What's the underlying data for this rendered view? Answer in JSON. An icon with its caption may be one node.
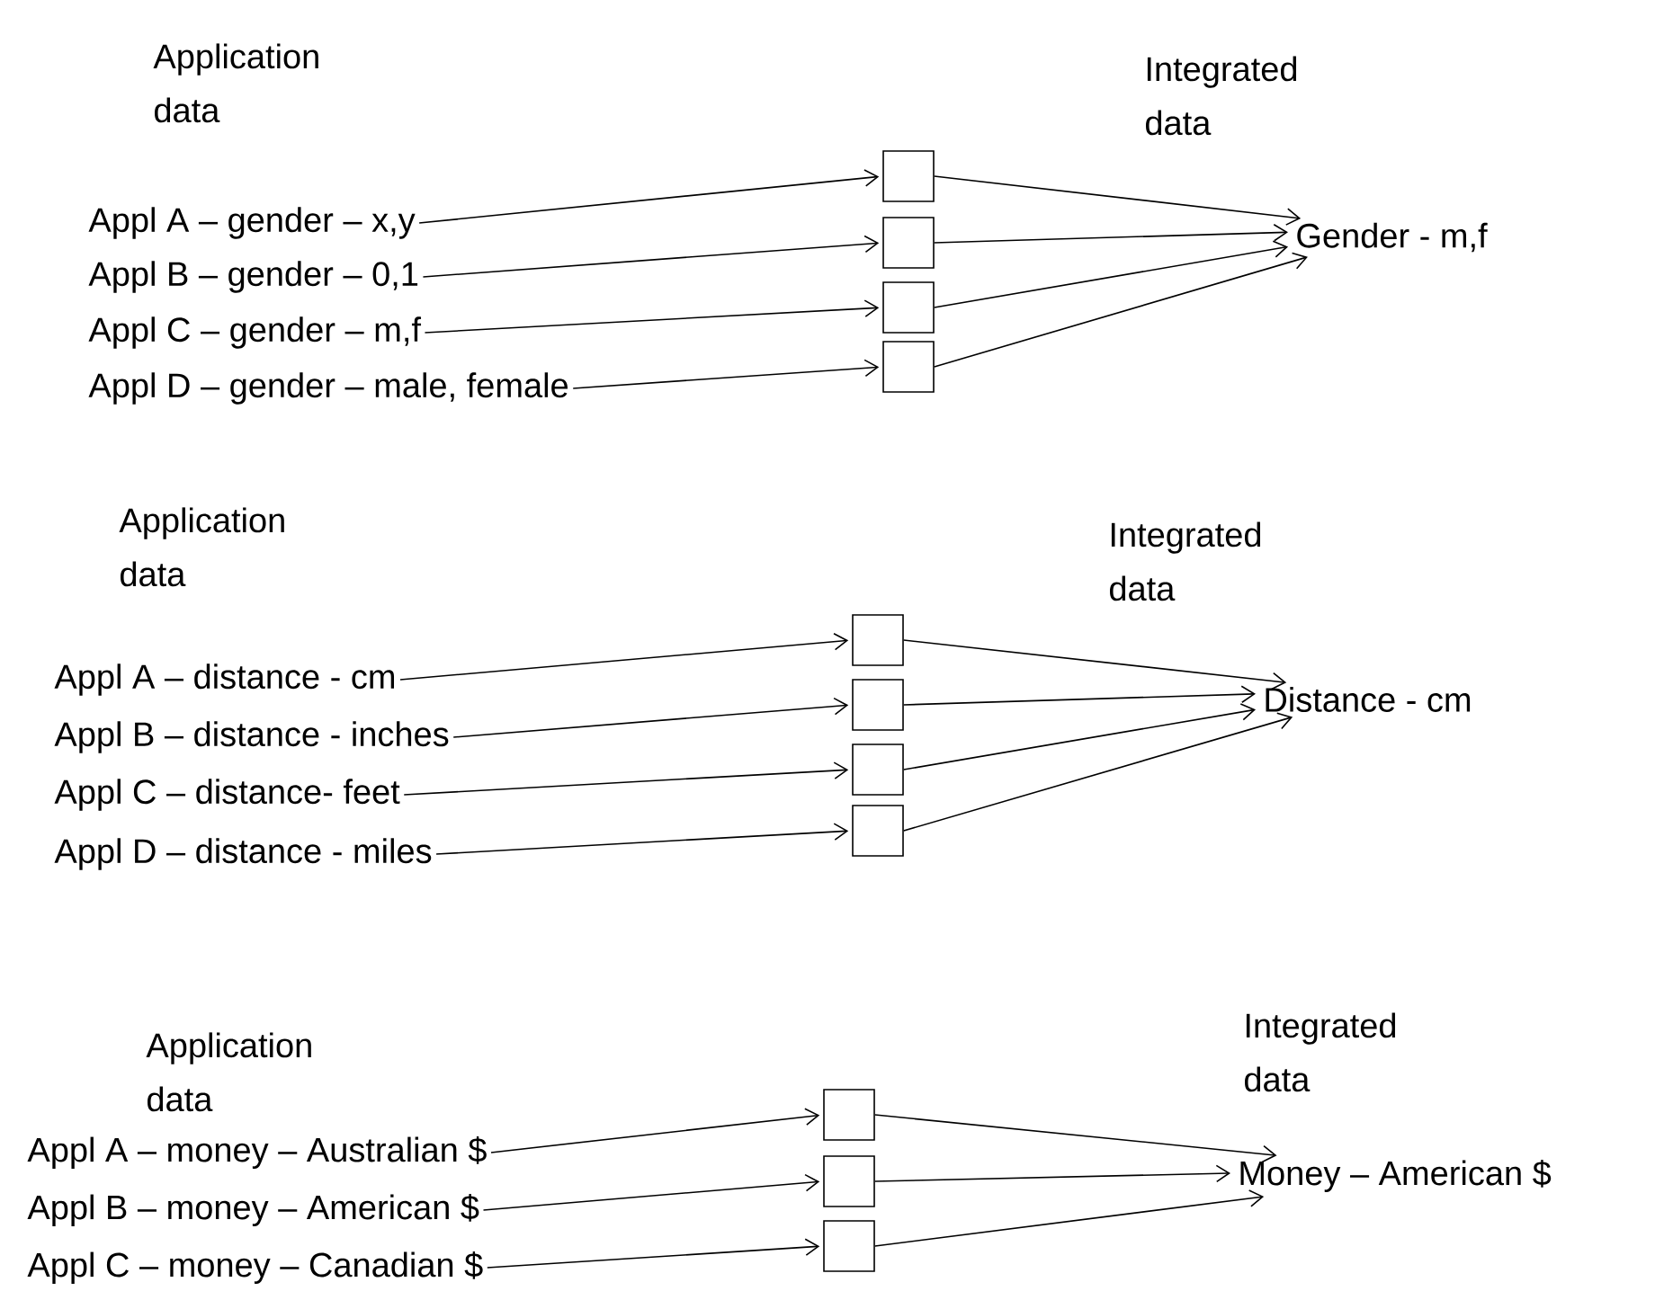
{
  "diagram": {
    "nodes": [
      {
        "text": [
          "Appl A – gender – x,y"
        ]
      },
      {
        "text": [
          "Appl B – gender – 0,1"
        ]
      },
      {
        "text": [
          "Appl C – gender – m,f"
        ]
      },
      {
        "text": [
          "Appl D – gender – male, female"
        ]
      },
      {
        "text": [],
        "shape": "box"
      },
      {
        "text": [],
        "shape": "box"
      },
      {
        "text": [],
        "shape": "box"
      },
      {
        "text": [],
        "shape": "box"
      },
      {
        "text": [
          "Gender - m,f"
        ]
      },
      {
        "text": [
          "Appl A – distance - cm"
        ]
      },
      {
        "text": [
          "Appl B – distance - inches"
        ]
      },
      {
        "text": [
          "Appl C – distance- feet"
        ]
      },
      {
        "text": [
          "Appl D – distance - miles"
        ]
      },
      {
        "text": [],
        "shape": "box"
      },
      {
        "text": [],
        "shape": "box"
      },
      {
        "text": [],
        "shape": "box"
      },
      {
        "text": [],
        "shape": "box"
      },
      {
        "text": [
          "Distance - cm"
        ]
      },
      {
        "text": [
          "Appl A – money – Australian $"
        ]
      },
      {
        "text": [
          "Appl B – money – American $"
        ]
      },
      {
        "text": [
          "Appl C – money – Canadian $"
        ]
      },
      {
        "text": [],
        "shape": "box"
      },
      {
        "text": [],
        "shape": "box"
      },
      {
        "text": [],
        "shape": "box"
      },
      {
        "text": [
          "Money – American $"
        ]
      }
    ],
    "edges": [
      {
        "from": 0,
        "to": 4,
        "arrow": "to"
      },
      {
        "from": 1,
        "to": 5,
        "arrow": "to"
      },
      {
        "from": 2,
        "to": 6,
        "arrow": "to"
      },
      {
        "from": 3,
        "to": 7,
        "arrow": "to"
      },
      {
        "from": 4,
        "to": 8,
        "arrow": "to"
      },
      {
        "from": 5,
        "to": 8,
        "arrow": "to"
      },
      {
        "from": 6,
        "to": 8,
        "arrow": "to"
      },
      {
        "from": 7,
        "to": 8,
        "arrow": "to"
      },
      {
        "from": 9,
        "to": 13,
        "arrow": "to"
      },
      {
        "from": 10,
        "to": 14,
        "arrow": "to"
      },
      {
        "from": 11,
        "to": 15,
        "arrow": "to"
      },
      {
        "from": 12,
        "to": 16,
        "arrow": "to"
      },
      {
        "from": 13,
        "to": 17,
        "arrow": "to"
      },
      {
        "from": 14,
        "to": 17,
        "arrow": "to"
      },
      {
        "from": 15,
        "to": 17,
        "arrow": "to"
      },
      {
        "from": 16,
        "to": 17,
        "arrow": "to"
      },
      {
        "from": 18,
        "to": 21,
        "arrow": "to"
      },
      {
        "from": 19,
        "to": 22,
        "arrow": "to"
      },
      {
        "from": 20,
        "to": 23,
        "arrow": "to"
      },
      {
        "from": 21,
        "to": 24,
        "arrow": "to"
      },
      {
        "from": 22,
        "to": 24,
        "arrow": "to"
      },
      {
        "from": 23,
        "to": 24,
        "arrow": "to"
      }
    ],
    "labels": [
      "Application data",
      "Integrated data",
      "Application data",
      "Integrated data",
      "Application data",
      "Integrated data"
    ]
  }
}
